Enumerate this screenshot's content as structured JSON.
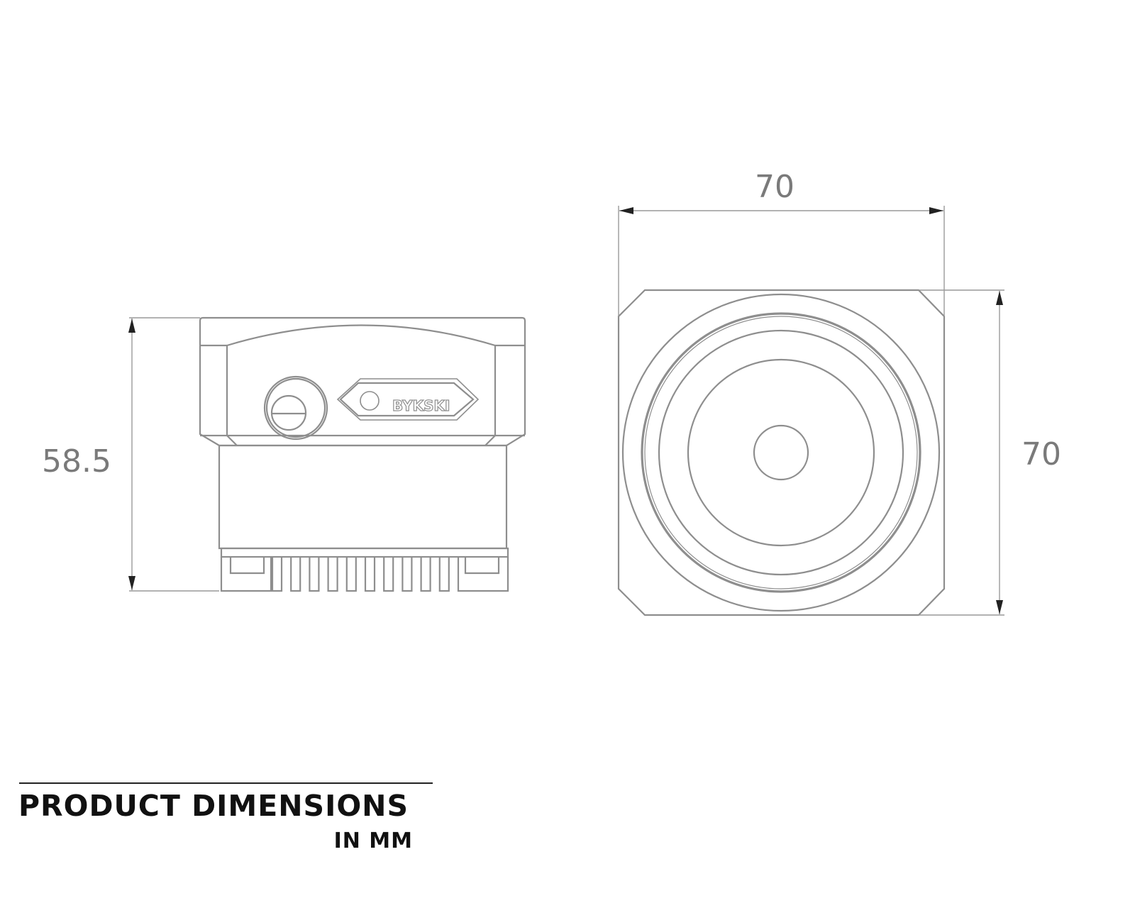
{
  "dimensions": {
    "height_label": "58.5",
    "width_label": "70",
    "depth_label": "70"
  },
  "logo_text": "BYKSKI",
  "caption": {
    "title": "PRODUCT DIMENSIONS",
    "unit": "IN MM"
  },
  "colors": {
    "line": "#8e8e8e",
    "text": "#7a7a7a",
    "caption": "#111111"
  }
}
